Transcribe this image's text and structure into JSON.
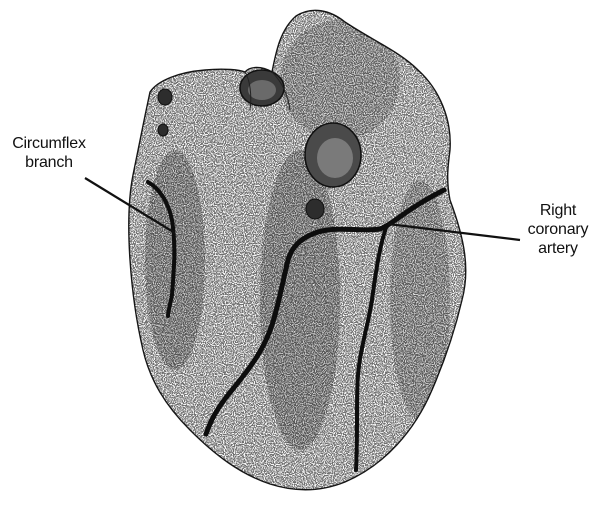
{
  "labels": {
    "circumflex": {
      "line1": "Circumflex",
      "line2": "branch"
    },
    "right_coronary": {
      "line1": "Right",
      "line2": "coronary",
      "line3": "artery"
    }
  },
  "colors": {
    "background": "#ffffff",
    "ink": "#111111",
    "heart_fill": "#f2f2f2"
  }
}
